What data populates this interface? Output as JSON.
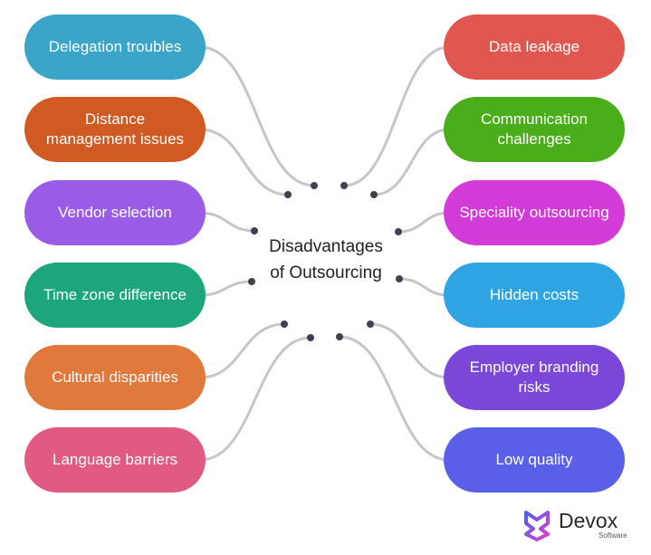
{
  "title": [
    "Disadvantages",
    "of Outsourcing"
  ],
  "left_items": [
    {
      "lines": [
        "Delegation troubles"
      ],
      "color": "#3ba4c9"
    },
    {
      "lines": [
        "Distance",
        "management issues"
      ],
      "color": "#d05a22"
    },
    {
      "lines": [
        "Vendor selection"
      ],
      "color": "#9a5ce6"
    },
    {
      "lines": [
        "Time zone difference"
      ],
      "color": "#1da67c"
    },
    {
      "lines": [
        "Cultural disparities"
      ],
      "color": "#e2793c"
    },
    {
      "lines": [
        "Language barriers"
      ],
      "color": "#e05a82"
    }
  ],
  "right_items": [
    {
      "lines": [
        "Data leakage"
      ],
      "color": "#e05750"
    },
    {
      "lines": [
        "Communication",
        "challenges"
      ],
      "color": "#4aad1a"
    },
    {
      "lines": [
        "Speciality outsourcing"
      ],
      "color": "#d23bd7"
    },
    {
      "lines": [
        "Hidden costs"
      ],
      "color": "#2fa4e2"
    },
    {
      "lines": [
        "Employer branding",
        "risks"
      ],
      "color": "#7b47d8"
    },
    {
      "lines": [
        "Low quality"
      ],
      "color": "#5a5fe8"
    }
  ],
  "brand": {
    "name": "Devox",
    "sub": "Software",
    "icon": "devox-logo-icon"
  },
  "colors": {
    "connector": "#c6c6c6",
    "dot": "#3d4250"
  }
}
